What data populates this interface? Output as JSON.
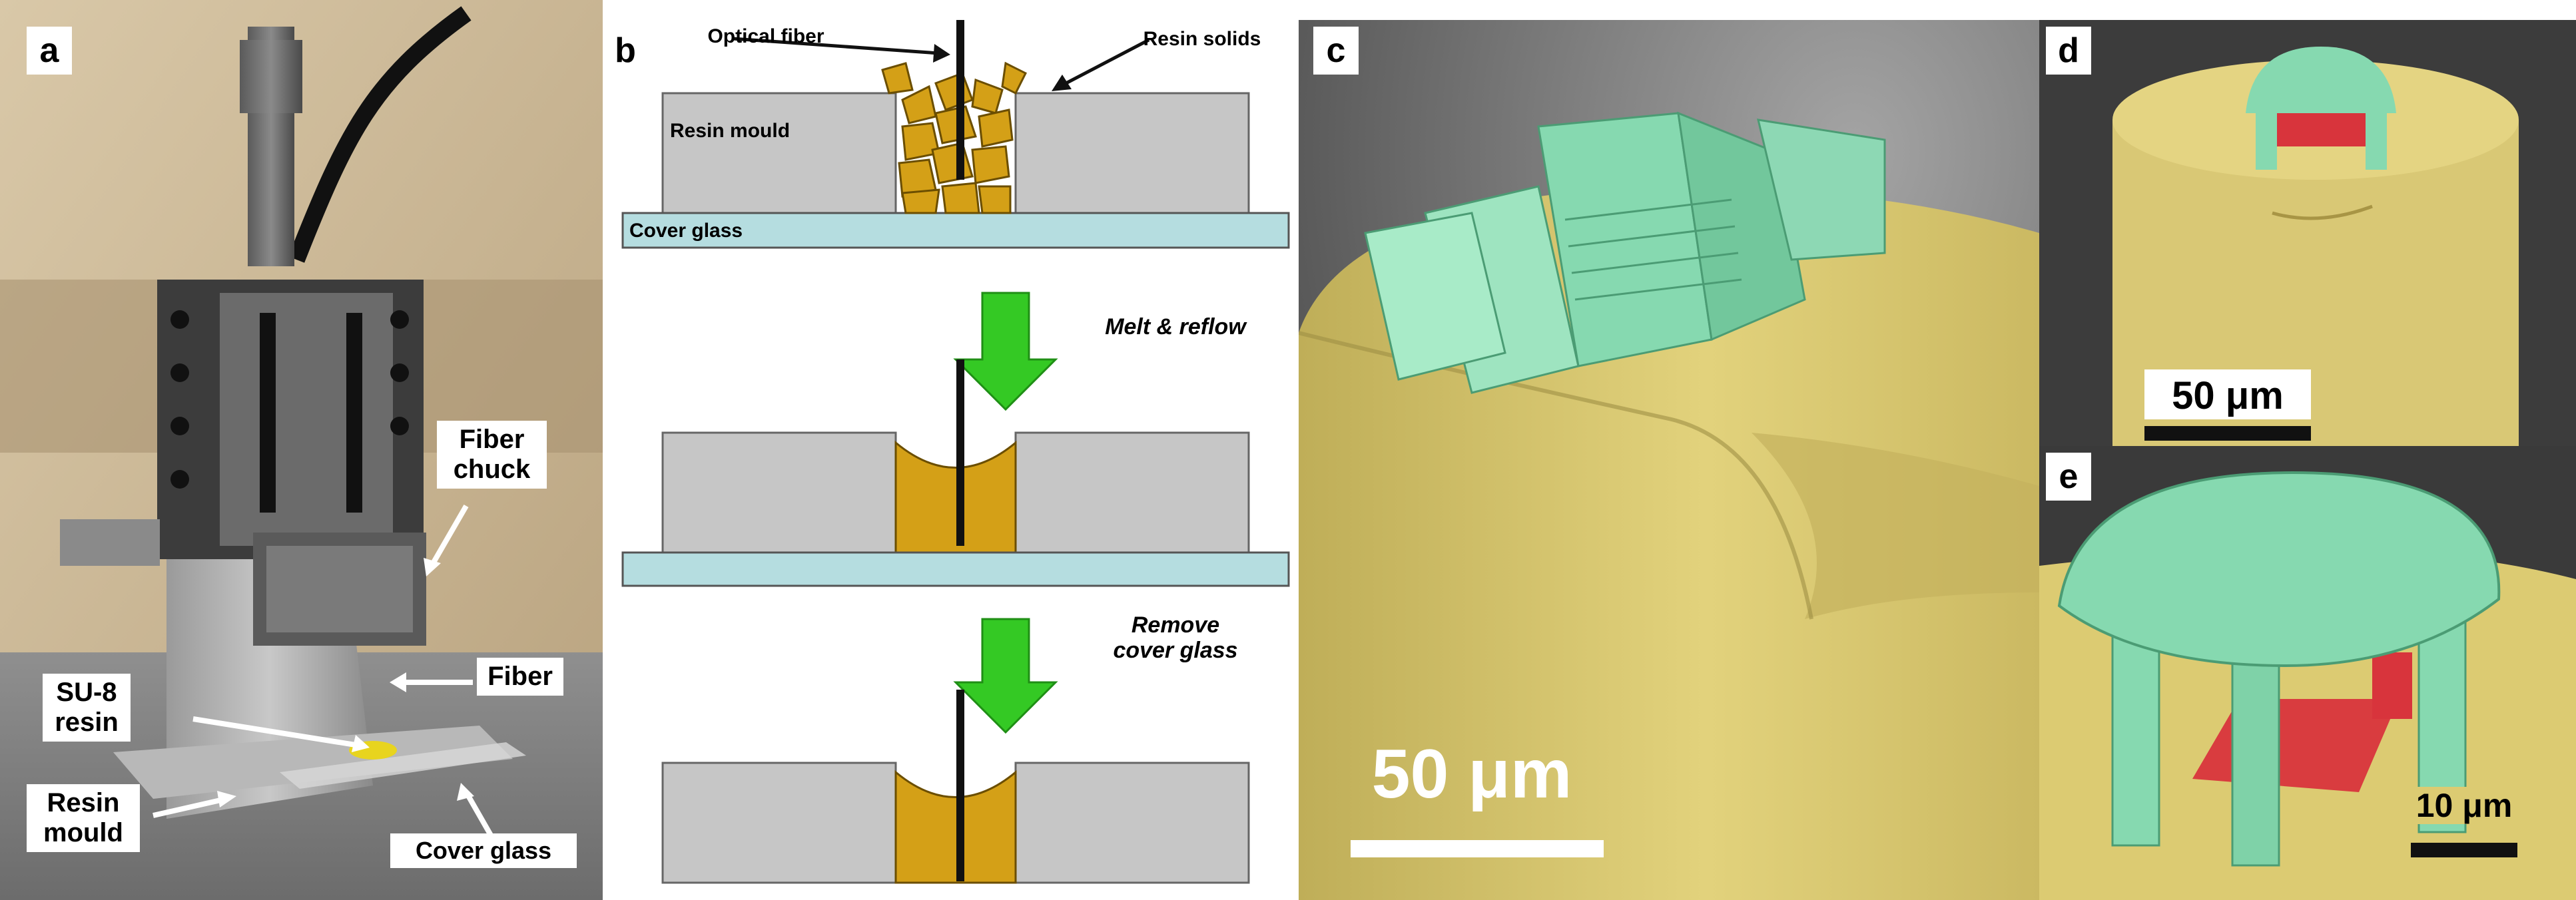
{
  "panels": {
    "a": {
      "label": "a",
      "annotations": {
        "fiber_chuck": "Fiber\nchuck",
        "fiber": "Fiber",
        "su8_resin": "SU-8\nresin",
        "resin_mould": "Resin\nmould",
        "cover_glass": "Cover glass"
      }
    },
    "b": {
      "label": "b",
      "optical_fiber": "Optical fiber",
      "resin_solids": "Resin solids",
      "resin_mould": "Resin mould",
      "cover_glass": "Cover glass",
      "step1": "Melt & reflow",
      "step2": "Remove\ncover glass"
    },
    "c": {
      "label": "c",
      "scale": "50 μm"
    },
    "d": {
      "label": "d",
      "scale": "50 μm"
    },
    "e": {
      "label": "e",
      "scale": "10 μm"
    }
  },
  "colors": {
    "mould_gray": "#c6c6c6",
    "cover_glass": "#b5dde0",
    "resin_amber": "#d4a017",
    "arrow_green": "#34c924",
    "sem_yellow": "#dccb72",
    "sem_green": "#86d9b0",
    "sem_red": "#d8343c"
  }
}
